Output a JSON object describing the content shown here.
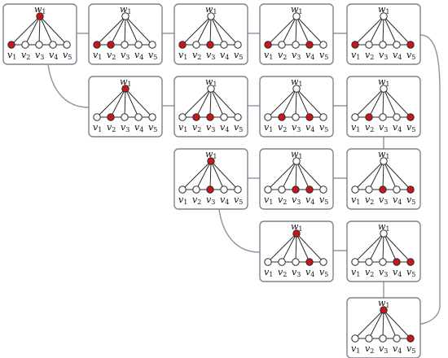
{
  "colors": {
    "active_vertex": "#c8161d",
    "inactive_vertex": "#ffffff",
    "frame": "#7d8290",
    "connector": "#8f939c"
  },
  "labels": {
    "top_vertex": {
      "base": "w",
      "sub": "1"
    },
    "bottom_vertices": [
      {
        "base": "v",
        "sub": "1"
      },
      {
        "base": "v",
        "sub": "2"
      },
      {
        "base": "v",
        "sub": "3"
      },
      {
        "base": "v",
        "sub": "4"
      },
      {
        "base": "v",
        "sub": "5"
      }
    ]
  },
  "panels": [
    {
      "id": "r1c1",
      "row": 1,
      "col": 1,
      "top_active": true,
      "active_bottom": [
        1
      ]
    },
    {
      "id": "r1c2",
      "row": 1,
      "col": 2,
      "top_active": false,
      "active_bottom": [
        1,
        2
      ]
    },
    {
      "id": "r1c3",
      "row": 1,
      "col": 3,
      "top_active": false,
      "active_bottom": [
        1,
        3
      ]
    },
    {
      "id": "r1c4",
      "row": 1,
      "col": 4,
      "top_active": false,
      "active_bottom": [
        1,
        4
      ]
    },
    {
      "id": "r1c5",
      "row": 1,
      "col": 5,
      "top_active": false,
      "active_bottom": [
        1,
        5
      ]
    },
    {
      "id": "r2c2",
      "row": 2,
      "col": 2,
      "top_active": true,
      "active_bottom": [
        2
      ]
    },
    {
      "id": "r2c3",
      "row": 2,
      "col": 3,
      "top_active": false,
      "active_bottom": [
        2,
        3
      ]
    },
    {
      "id": "r2c4",
      "row": 2,
      "col": 4,
      "top_active": false,
      "active_bottom": [
        2,
        4
      ]
    },
    {
      "id": "r2c5",
      "row": 2,
      "col": 5,
      "top_active": false,
      "active_bottom": [
        2,
        5
      ]
    },
    {
      "id": "r3c3",
      "row": 3,
      "col": 3,
      "top_active": true,
      "active_bottom": [
        3
      ]
    },
    {
      "id": "r3c4",
      "row": 3,
      "col": 4,
      "top_active": false,
      "active_bottom": [
        3,
        4
      ]
    },
    {
      "id": "r3c5",
      "row": 3,
      "col": 5,
      "top_active": false,
      "active_bottom": [
        3,
        5
      ]
    },
    {
      "id": "r4c4",
      "row": 4,
      "col": 4,
      "top_active": true,
      "active_bottom": [
        4
      ]
    },
    {
      "id": "r4c5",
      "row": 4,
      "col": 5,
      "top_active": false,
      "active_bottom": [
        4,
        5
      ]
    },
    {
      "id": "r5c5",
      "row": 5,
      "col": 5,
      "top_active": true,
      "active_bottom": [
        5
      ]
    }
  ],
  "connections": [
    [
      "r1c1",
      "r1c2"
    ],
    [
      "r1c2",
      "r1c3"
    ],
    [
      "r1c3",
      "r1c4"
    ],
    [
      "r1c4",
      "r1c5"
    ],
    [
      "r1c1",
      "r2c2"
    ],
    [
      "r2c2",
      "r2c3"
    ],
    [
      "r2c3",
      "r2c4"
    ],
    [
      "r2c4",
      "r2c5"
    ],
    [
      "r2c5",
      "r3c5"
    ],
    [
      "r3c3",
      "r3c4"
    ],
    [
      "r3c4",
      "r3c5"
    ],
    [
      "r3c3",
      "r4c4"
    ],
    [
      "r4c4",
      "r4c5"
    ],
    [
      "r4c5",
      "r5c5"
    ],
    [
      "r1c5",
      "r5c5"
    ]
  ]
}
